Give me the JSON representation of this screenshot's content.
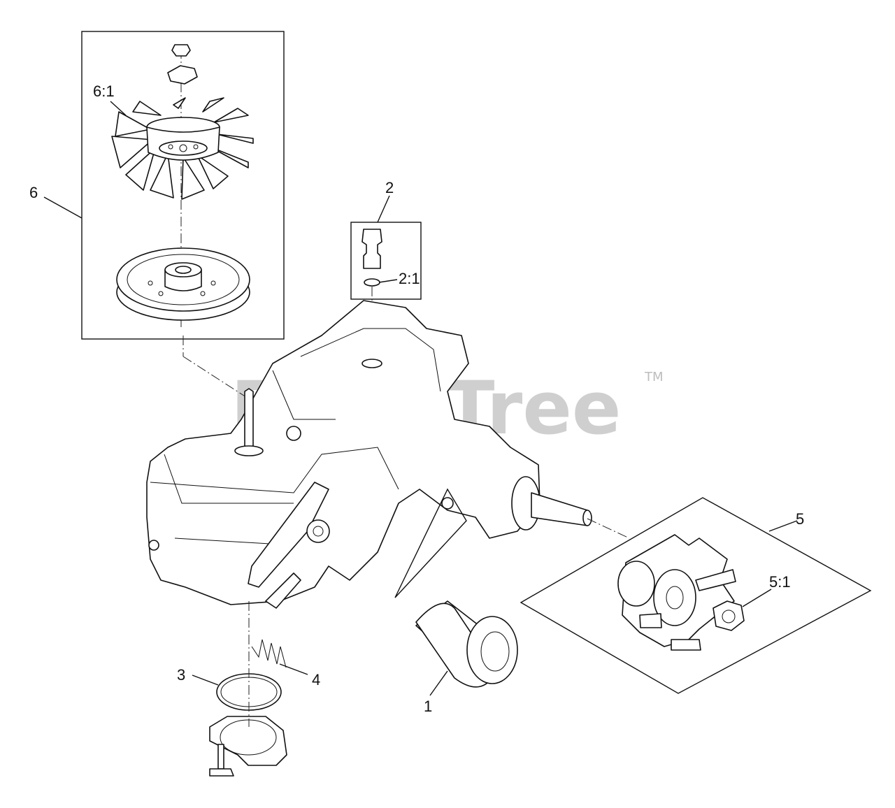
{
  "watermark": {
    "brand": "PartsTree",
    "trademark": "TM"
  },
  "callouts": {
    "c1": "1",
    "c2": "2",
    "c2_1": "2:1",
    "c3": "3",
    "c4": "4",
    "c5": "5",
    "c5_1": "5:1",
    "c6": "6",
    "c6_1": "6:1"
  }
}
